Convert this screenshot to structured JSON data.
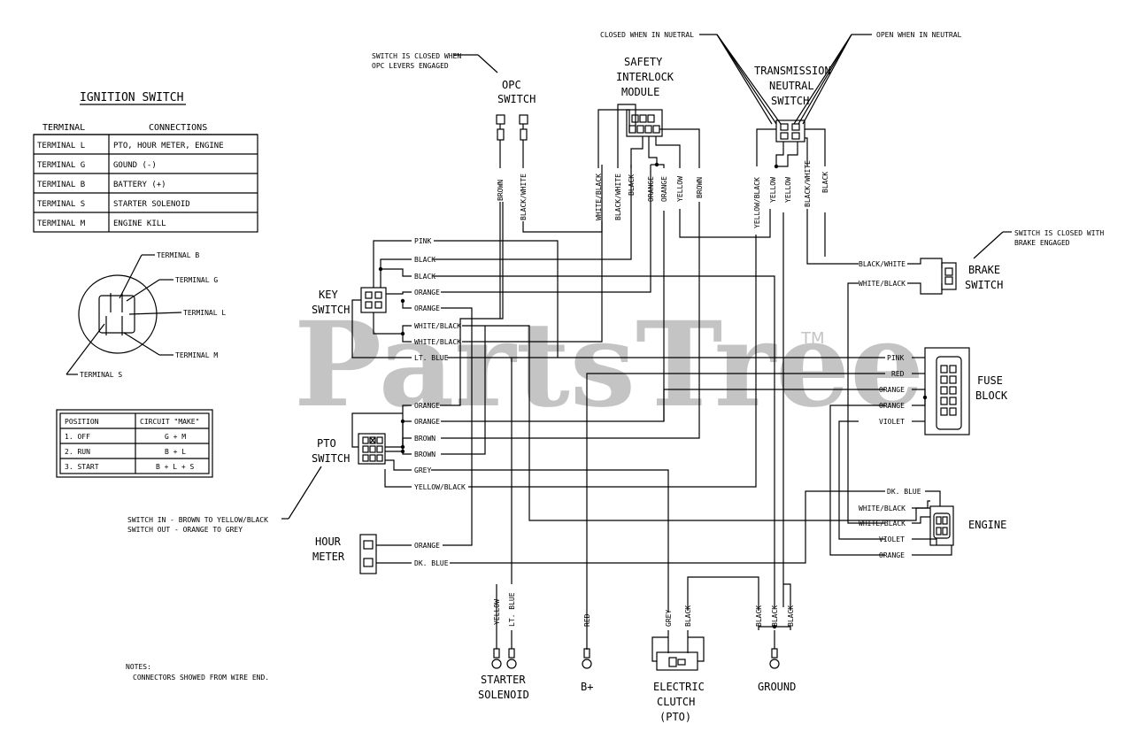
{
  "watermark": {
    "text": "PartsTree",
    "tm": "TM"
  },
  "ignition_table": {
    "title": "IGNITION SWITCH",
    "headers": [
      "TERMINAL",
      "CONNECTIONS"
    ],
    "rows": [
      [
        "TERMINAL  L",
        "PTO, HOUR METER, ENGINE"
      ],
      [
        "TERMINAL  G",
        "GOUND (-)"
      ],
      [
        "TERMINAL  B",
        "BATTERY (+)"
      ],
      [
        "TERMINAL  S",
        "STARTER SOLENOID"
      ],
      [
        "TERMINAL  M",
        "ENGINE KILL"
      ]
    ]
  },
  "switch_callouts": {
    "b": "TERMINAL B",
    "g": "TERMINAL G",
    "l": "TERMINAL L",
    "m": "TERMINAL M",
    "s": "TERMINAL S"
  },
  "position_table": {
    "headers": [
      "POSITION",
      "CIRCUIT \"MAKE\""
    ],
    "rows": [
      [
        "1. OFF",
        "G + M"
      ],
      [
        "2. RUN",
        "B + L"
      ],
      [
        "3. START",
        "B + L + S"
      ]
    ]
  },
  "notes": {
    "title": "NOTES:",
    "line1": "CONNECTORS SHOWED FROM WIRE END."
  },
  "annotations": {
    "opc_1": "SWITCH IS CLOSED WHEN",
    "opc_2": "OPC LEVERS ENGAGED",
    "neutral_closed": "CLOSED WHEN IN NUETRAL",
    "neutral_open": "OPEN WHEN IN NEUTRAL",
    "brake_1": "SWITCH IS CLOSED WITH",
    "brake_2": "BRAKE ENGAGED",
    "pto_1": "SWITCH IN - BROWN TO YELLOW/BLACK",
    "pto_2": "SWITCH OUT - ORANGE TO GREY"
  },
  "components": {
    "opc_1": "OPC",
    "opc_2": "SWITCH",
    "safety_1": "SAFETY",
    "safety_2": "INTERLOCK",
    "safety_3": "MODULE",
    "trans_1": "TRANSMISSION",
    "trans_2": "NEUTRAL",
    "trans_3": "SWITCH",
    "key_1": "KEY",
    "key_2": "SWITCH",
    "pto_1": "PTO",
    "pto_2": "SWITCH",
    "hour_1": "HOUR",
    "hour_2": "METER",
    "brake_1": "BRAKE",
    "brake_2": "SWITCH",
    "fuse_1": "FUSE",
    "fuse_2": "BLOCK",
    "engine": "ENGINE",
    "starter_1": "STARTER",
    "starter_2": "SOLENOID",
    "bplus": "B+",
    "clutch_1": "ELECTRIC",
    "clutch_2": "CLUTCH",
    "clutch_3": "(PTO)",
    "ground": "GROUND"
  },
  "wire_labels": {
    "key": [
      "PINK",
      "BLACK",
      "BLACK",
      "ORANGE",
      "ORANGE",
      "WHITE/BLACK",
      "WHITE/BLACK",
      "LT. BLUE"
    ],
    "pto": [
      "ORANGE",
      "ORANGE",
      "BROWN",
      "BROWN",
      "GREY",
      "YELLOW/BLACK"
    ],
    "hour": [
      "ORANGE",
      "DK. BLUE"
    ],
    "brake": [
      "BLACK/WHITE",
      "WHITE/BLACK"
    ],
    "fuse": [
      "PINK",
      "RED",
      "ORANGE",
      "ORANGE",
      "VIOLET"
    ],
    "engine": [
      "DK. BLUE",
      "WHITE/BLACK",
      "WHITE/BLACK",
      "VIOLET",
      "ORANGE"
    ],
    "opc": [
      "BROWN",
      "BLACK/WHITE"
    ],
    "safety": [
      "WHITE/BLACK",
      "BLACK/WHITE",
      "BLACK",
      "ORANGE",
      "ORANGE",
      "YELLOW",
      "BROWN"
    ],
    "trans": [
      "YELLOW/BLACK",
      "YELLOW",
      "YELLOW",
      "BLACK/WHITE",
      "BLACK"
    ],
    "bottom": [
      "YELLOW",
      "LT. BLUE",
      "RED",
      "GREY",
      "BLACK",
      "BLACK",
      "BLACK",
      "BLACK"
    ]
  }
}
